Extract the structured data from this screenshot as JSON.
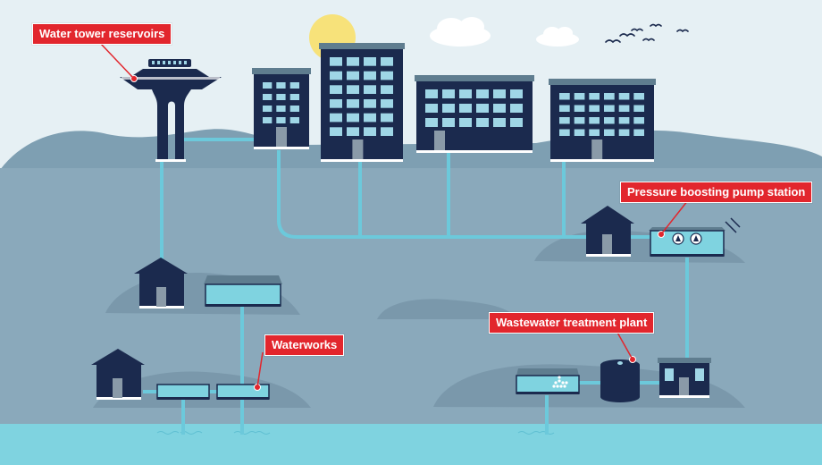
{
  "labels": {
    "water_tower": "Water tower reservoirs",
    "pump_station": "Pressure boosting pump station",
    "waterworks": "Waterworks",
    "wastewater": "Wastewater treatment plant"
  },
  "colors": {
    "sky": "#e6f0f4",
    "hills_back": "#7e9fb2",
    "ground": "#8aa9bb",
    "mounds": "#7a98ab",
    "pipe": "#6cc9db",
    "water": "#7fd3e0",
    "building": "#1b2a4e",
    "window": "#9fd6e6",
    "roof": "#5f7d8f",
    "sun": "#f7e27a",
    "callout": "#e2262d"
  },
  "icons": [
    "sun-icon",
    "cloud-icon",
    "bird-icon",
    "pump-icon"
  ]
}
